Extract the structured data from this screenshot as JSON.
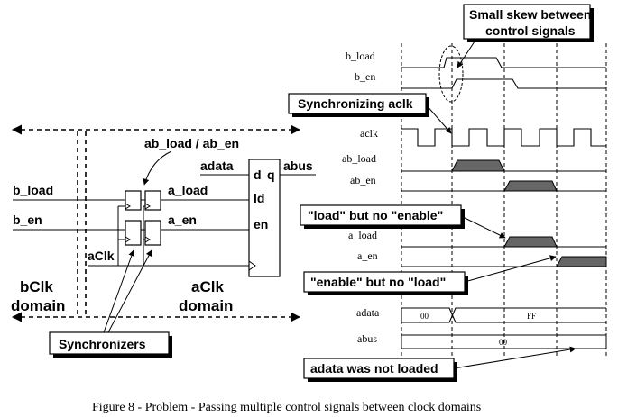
{
  "callouts": {
    "skew_line1": "Small skew between",
    "skew_line2": "control signals",
    "sync_aclk": "Synchronizing aclk",
    "load_no_enable": "\"load\" but no \"enable\"",
    "enable_no_load": "\"enable\" but no \"load\"",
    "adata_not_loaded": "adata was not loaded",
    "synchronizers": "Synchronizers"
  },
  "schematic": {
    "ab_load_ab_en": "ab_load / ab_en",
    "adata": "adata",
    "abus": "abus",
    "b_load": "b_load",
    "b_en": "b_en",
    "a_load": "a_load",
    "a_en": "a_en",
    "aclk": "aClk",
    "pin_d": "d",
    "pin_q": "q",
    "pin_ld": "ld",
    "pin_en": "en",
    "bclk_domain_1": "bClk",
    "bclk_domain_2": "domain",
    "aclk_domain_1": "aClk",
    "aclk_domain_2": "domain"
  },
  "waveform": {
    "labels": [
      "b_load",
      "b_en",
      "aclk",
      "ab_load",
      "ab_en",
      "a_load",
      "a_en",
      "adata",
      "abus"
    ],
    "adata_values": [
      "00",
      "FF"
    ],
    "abus_value": "00"
  },
  "caption": "Figure 8 - Problem - Passing multiple control signals between clock domains"
}
